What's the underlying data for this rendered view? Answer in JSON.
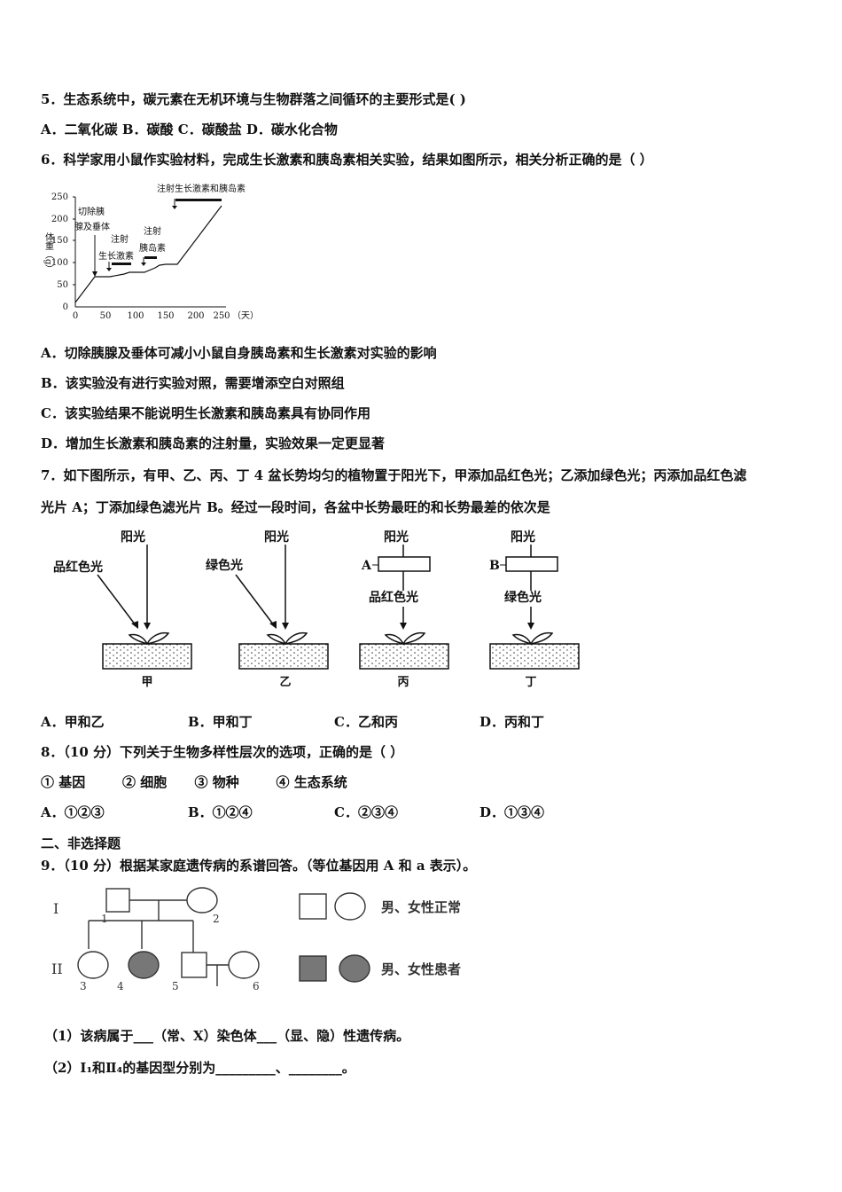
{
  "q5": {
    "stem": "5．生态系统中，碳元素在无机环境与生物群落之间循环的主要形式是(    )",
    "options": "A．二氧化碳    B．碳酸    C．碳酸盐    D．碳水化合物"
  },
  "q6": {
    "stem": "6．科学家用小鼠作实验材料，完成生长激素和胰岛素相关实验，结果如图所示，相关分析正确的是（   ）",
    "chart": {
      "ylabel": "体重（g）",
      "xunit": "（天）",
      "yticks": [
        "250",
        "200",
        "150",
        "100",
        "50",
        "0"
      ],
      "xticks": [
        "0",
        "50",
        "100",
        "150",
        "200",
        "250"
      ],
      "ann_cut_1": "切除胰",
      "ann_cut_2": "腺及垂体",
      "ann_gh_1": "注射",
      "ann_gh_2": "生长激素",
      "ann_ins_1": "注射",
      "ann_ins_2": "胰岛素",
      "ann_both": "注射生长激素和胰岛素"
    },
    "optA": "A．切除胰腺及垂体可减小小鼠自身胰岛素和生长激素对实验的影响",
    "optB": "B．该实验没有进行实验对照，需要增添空白对照组",
    "optC": "C．该实验结果不能说明生长激素和胰岛素具有协同作用",
    "optD": "D．增加生长激素和胰岛素的注射量，实验效果一定更显著"
  },
  "q7": {
    "stem1": "7．如下图所示，有甲、乙、丙、丁 4 盆长势均匀的植物置于阳光下，甲添加品红色光；乙添加绿色光；丙添加品红色滤",
    "stem2": "光片 A；丁添加绿色滤光片 B。经过一段时间，各盆中长势最旺的和长势最差的依次是",
    "fig": {
      "sun": "阳光",
      "magenta": "品红色光",
      "green": "绿色光",
      "filterA": "A",
      "filterB": "B",
      "pot1": "甲",
      "pot2": "乙",
      "pot3": "丙",
      "pot4": "丁"
    },
    "optA": "A．甲和乙",
    "optB": "B．甲和丁",
    "optC": "C．乙和丙",
    "optD": "D．丙和丁"
  },
  "q8": {
    "stem": "8．（10 分）下列关于生物多样性层次的选项，正确的是（    ）",
    "items": "① 基因        ② 细胞      ③ 物种        ④ 生态系统",
    "optA": "A．①②③",
    "optB": "B．①②④",
    "optC": "C．②③④",
    "optD": "D．①③④"
  },
  "section2": "二、非选择题",
  "q9": {
    "stem": "9．（10 分）根据某家庭遗传病的系谱回答。（等位基因用 A 和 a 表示）。",
    "pedigree": {
      "gen1": "I",
      "gen2": "II",
      "n1": "1",
      "n2": "2",
      "n3": "3",
      "n4": "4",
      "n5": "5",
      "n6": "6",
      "legend_normal": "男、女性正常",
      "legend_affected": "男、女性患者"
    },
    "sub1": "（1）该病属于___（常、X）染色体___（显、隐）性遗传病。",
    "sub2": "（2）Ⅰ₁和Ⅱ₄的基因型分别为_________、________。"
  }
}
